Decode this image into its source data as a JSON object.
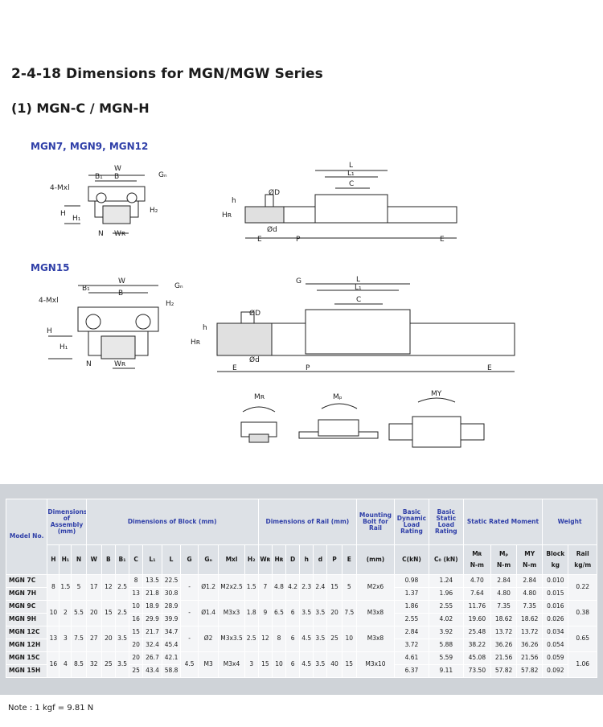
{
  "title": "2-4-18  Dimensions for  MGN/MGW Series",
  "subtitle": "(1) MGN-C / MGN-H",
  "series_small": "MGN7, MGN9, MGN12",
  "series_large": "MGN15",
  "drawing_labels": {
    "small_cross": [
      "B₁",
      "B",
      "Gₙ",
      "4-Mxl",
      "H",
      "H₁",
      "N",
      "Wʀ",
      "H₂",
      "W"
    ],
    "small_side": [
      "L",
      "L₁",
      "C",
      "ØD",
      "h",
      "Hʀ",
      "Ød",
      "E",
      "P",
      "E"
    ],
    "large_cross": [
      "W",
      "B₁",
      "B",
      "Gₙ",
      "4-Mxl",
      "H",
      "H₁",
      "N",
      "Wʀ",
      "H₂"
    ],
    "large_side": [
      "G",
      "L",
      "L₁",
      "C",
      "ØD",
      "h",
      "Hʀ",
      "Ød",
      "E",
      "P",
      "E"
    ],
    "moments": [
      "Mʀ",
      "Mₚ",
      "MY"
    ]
  },
  "table": {
    "header_model": "Model No.",
    "header_assembly": "Dimensions of Assembly (mm)",
    "header_block": "Dimensions of Block (mm)",
    "header_rail": "Dimensions of Rail (mm)",
    "header_bolt": "Mounting Bolt for Rail",
    "header_dynamic": "Basic Dynamic Load Rating",
    "header_static": "Basic Static Load Rating",
    "header_moment": "Static Rated Moment",
    "header_weight": "Weight",
    "sub_headers": [
      "H",
      "H₁",
      "N",
      "W",
      "B",
      "B₁",
      "C",
      "L₁",
      "L",
      "G",
      "Gₙ",
      "Mxl",
      "H₂",
      "Wʀ",
      "Hʀ",
      "D",
      "h",
      "d",
      "P",
      "E"
    ],
    "bolt_unit": "(mm)",
    "dyn_unit": "C(kN)",
    "stat_unit": "C₀ (kN)",
    "moment_names": [
      "Mʀ",
      "Mₚ",
      "MY"
    ],
    "moment_unit": "N-m",
    "weight_block": "Block",
    "weight_block_unit": "kg",
    "weight_rail": "Rail",
    "weight_rail_unit": "kg/m",
    "groups": [
      {
        "models": [
          "MGN 7C",
          "MGN 7H"
        ],
        "H": "8",
        "H1": "1.5",
        "N": "5",
        "W": "17",
        "B": "12",
        "B1": "2.5",
        "C": [
          "8",
          "13"
        ],
        "L1": [
          "13.5",
          "21.8"
        ],
        "L": [
          "22.5",
          "30.8"
        ],
        "G": "-",
        "Gn": "Ø1.2",
        "Mxl": "M2x2.5",
        "H2": "1.5",
        "WR": "7",
        "HR": "4.8",
        "D": "4.2",
        "h": "2.3",
        "d": "2.4",
        "P": "15",
        "E": "5",
        "bolt": "M2x6",
        "dyn": [
          "0.98",
          "1.37"
        ],
        "stat": [
          "1.24",
          "1.96"
        ],
        "MR": [
          "4.70",
          "7.64"
        ],
        "MP": [
          "2.84",
          "4.80"
        ],
        "MY": [
          "2.84",
          "4.80"
        ],
        "block": [
          "0.010",
          "0.015"
        ],
        "rail": "0.22"
      },
      {
        "models": [
          "MGN 9C",
          "MGN 9H"
        ],
        "H": "10",
        "H1": "2",
        "N": "5.5",
        "W": "20",
        "B": "15",
        "B1": "2.5",
        "C": [
          "10",
          "16"
        ],
        "L1": [
          "18.9",
          "29.9"
        ],
        "L": [
          "28.9",
          "39.9"
        ],
        "G": "-",
        "Gn": "Ø1.4",
        "Mxl": "M3x3",
        "H2": "1.8",
        "WR": "9",
        "HR": "6.5",
        "D": "6",
        "h": "3.5",
        "d": "3.5",
        "P": "20",
        "E": "7.5",
        "bolt": "M3x8",
        "dyn": [
          "1.86",
          "2.55"
        ],
        "stat": [
          "2.55",
          "4.02"
        ],
        "MR": [
          "11.76",
          "19.60"
        ],
        "MP": [
          "7.35",
          "18.62"
        ],
        "MY": [
          "7.35",
          "18.62"
        ],
        "block": [
          "0.016",
          "0.026"
        ],
        "rail": "0.38"
      },
      {
        "models": [
          "MGN 12C",
          "MGN 12H"
        ],
        "H": "13",
        "H1": "3",
        "N": "7.5",
        "W": "27",
        "B": "20",
        "B1": "3.5",
        "C": [
          "15",
          "20"
        ],
        "L1": [
          "21.7",
          "32.4"
        ],
        "L": [
          "34.7",
          "45.4"
        ],
        "G": "-",
        "Gn": "Ø2",
        "Mxl": "M3x3.5",
        "H2": "2.5",
        "WR": "12",
        "HR": "8",
        "D": "6",
        "h": "4.5",
        "d": "3.5",
        "P": "25",
        "E": "10",
        "bolt": "M3x8",
        "dyn": [
          "2.84",
          "3.72"
        ],
        "stat": [
          "3.92",
          "5.88"
        ],
        "MR": [
          "25.48",
          "38.22"
        ],
        "MP": [
          "13.72",
          "36.26"
        ],
        "MY": [
          "13.72",
          "36.26"
        ],
        "block": [
          "0.034",
          "0.054"
        ],
        "rail": "0.65"
      },
      {
        "models": [
          "MGN 15C",
          "MGN 15H"
        ],
        "H": "16",
        "H1": "4",
        "N": "8.5",
        "W": "32",
        "B": "25",
        "B1": "3.5",
        "C": [
          "20",
          "25"
        ],
        "L1": [
          "26.7",
          "43.4"
        ],
        "L": [
          "42.1",
          "58.8"
        ],
        "G": "4.5",
        "Gn": "M3",
        "Mxl": "M3x4",
        "H2": "3",
        "WR": "15",
        "HR": "10",
        "D": "6",
        "h": "4.5",
        "d": "3.5",
        "P": "40",
        "E": "15",
        "bolt": "M3x10",
        "dyn": [
          "4.61",
          "6.37"
        ],
        "stat": [
          "5.59",
          "9.11"
        ],
        "MR": [
          "45.08",
          "73.50"
        ],
        "MP": [
          "21.56",
          "57.82"
        ],
        "MY": [
          "21.56",
          "57.82"
        ],
        "block": [
          "0.059",
          "0.092"
        ],
        "rail": "1.06"
      }
    ]
  },
  "note": "Note : 1 kgf = 9.81 N"
}
